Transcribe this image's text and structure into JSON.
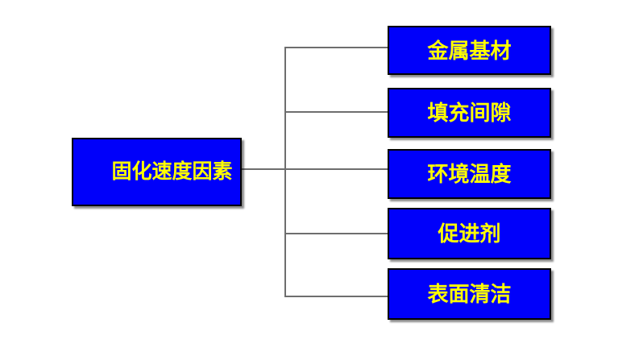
{
  "diagram": {
    "root": {
      "label": "固化速度因素"
    },
    "children": [
      {
        "label": "金属基材"
      },
      {
        "label": "填充间隙"
      },
      {
        "label": "环境温度"
      },
      {
        "label": "促进剂"
      },
      {
        "label": "表面清洁"
      }
    ],
    "colors": {
      "node_fill": "#0000FA",
      "node_border": "#000000",
      "node_text": "#FFFF00",
      "connector": "#6E6E6E",
      "canvas_background": "#FFFFFF"
    }
  }
}
